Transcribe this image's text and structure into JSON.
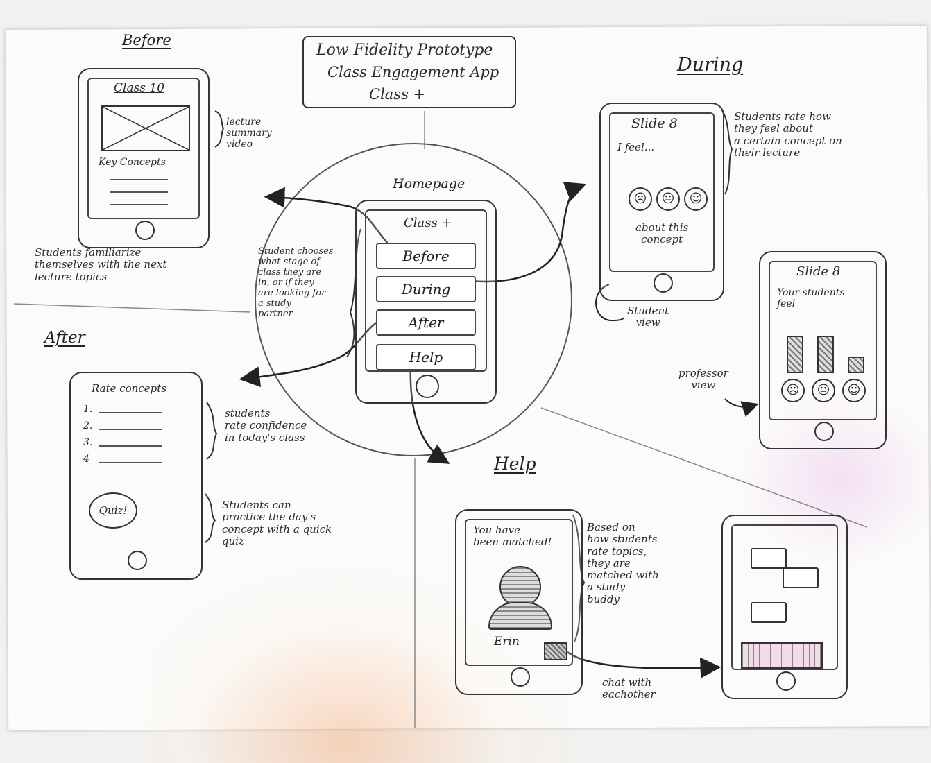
{
  "header": {
    "lines": [
      "Low Fidelity Prototype",
      "Class Engagement App",
      "Class +"
    ]
  },
  "sections": {
    "before": "Before",
    "during": "During",
    "after": "After",
    "help": "Help",
    "homepage": "Homepage"
  },
  "homepage_phone": {
    "title": "Class +",
    "buttons": [
      "Before",
      "During",
      "After",
      "Help"
    ]
  },
  "before_phone": {
    "title": "Class 10",
    "key_concepts": "Key Concepts"
  },
  "during_student_phone": {
    "title": "Slide 8",
    "prompt": "I feel...",
    "faces": [
      "☹",
      "😐",
      "☺"
    ],
    "footer": "about this\nconcept"
  },
  "during_professor_phone": {
    "title": "Slide 8",
    "subtitle": "Your students\nfeel",
    "bar_levels": [
      0.75,
      0.75,
      0.3
    ],
    "faces": [
      "☹",
      "😐",
      "☺"
    ]
  },
  "after_phone": {
    "title": "Rate concepts",
    "numbers": [
      "1.",
      "2.",
      "3.",
      "4"
    ],
    "quiz": "Quiz!"
  },
  "help_phone": {
    "matched": "You have\nbeen matched!",
    "name": "Erin"
  },
  "annotations": {
    "lecture_video": "lecture\nsummary\nvideo",
    "before_note": "Students familiarize\nthemselves with the next\nlecture topics",
    "home_note": "Student chooses\nwhat stage of\nclass they are\nin, or if they\nare looking for\na study\npartner",
    "during_note": "Students rate how\nthey feel about\na certain concept on\ntheir lecture",
    "student_view": "Student\nview",
    "professor_view": "professor\nview",
    "after_rate": "students\nrate confidence\nin today's class",
    "after_quiz": "Students can\npractice the day's\nconcept with a quick\nquiz",
    "help_note": "Based on\nhow students\nrate topics,\nthey are\nmatched with\na study\nbuddy",
    "chat_note": "chat with\neachother"
  }
}
